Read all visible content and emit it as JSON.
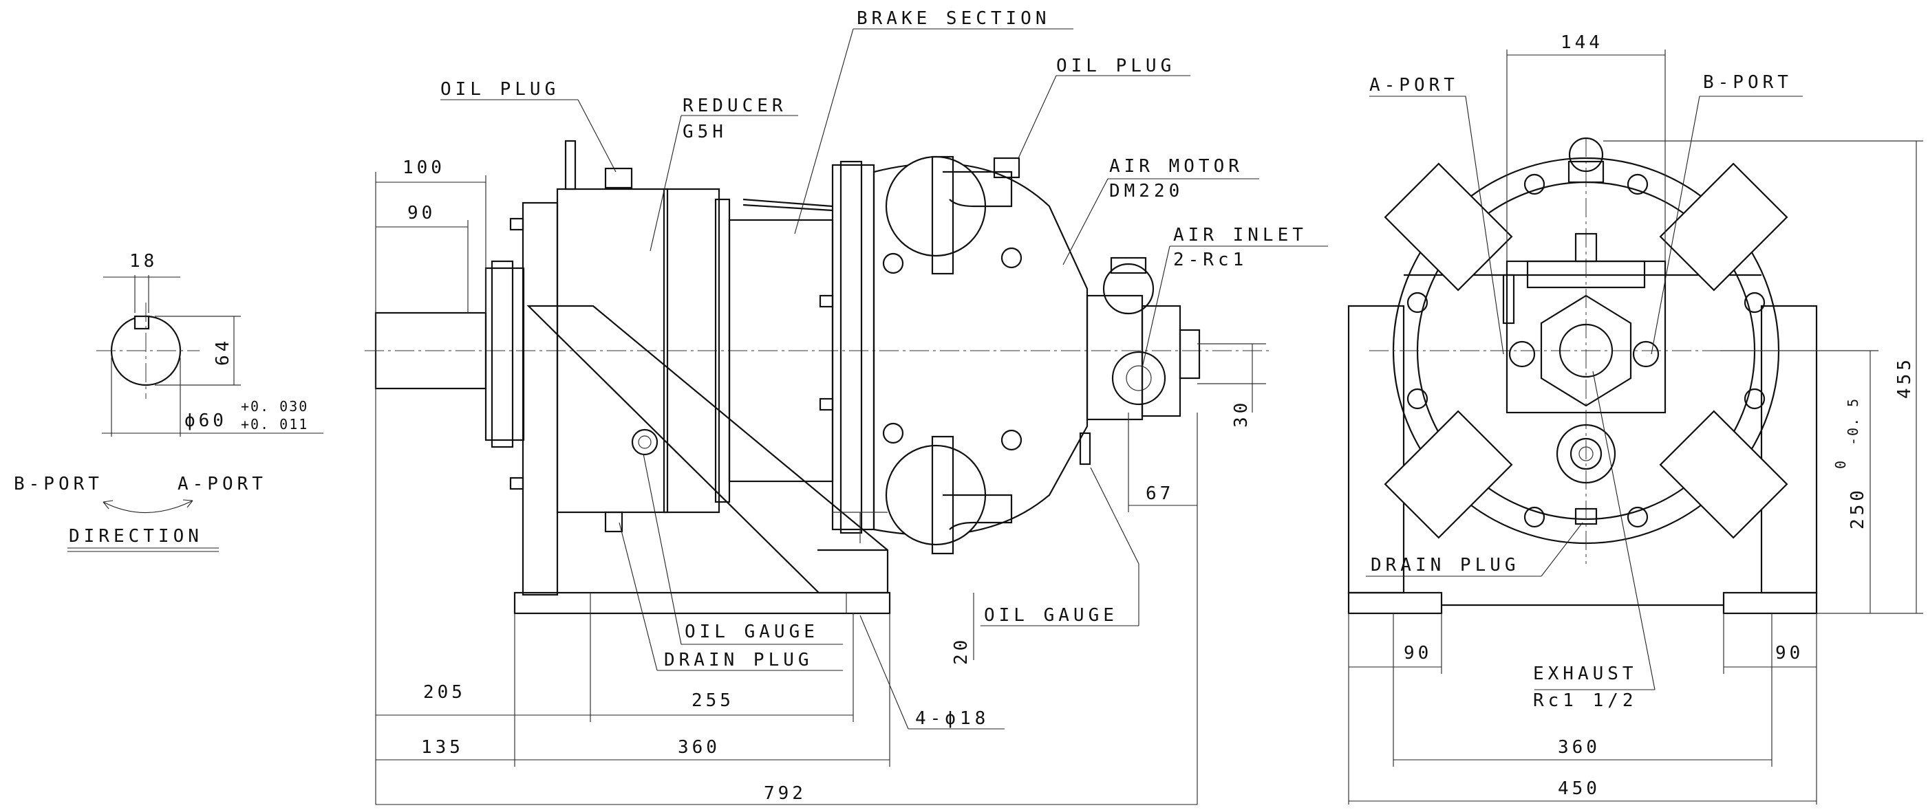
{
  "labels": {
    "brake_section": "BRAKE SECTION",
    "oil_plug_left": "OIL PLUG",
    "oil_plug_right": "OIL PLUG",
    "reducer": "REDUCER",
    "reducer_model": "G5H",
    "air_motor": "AIR MOTOR",
    "air_motor_model": "DM220",
    "air_inlet": "AIR INLET",
    "air_inlet_size": "2-Rc1",
    "oil_gauge_inner": "OIL GAUGE",
    "oil_gauge_outer": "OIL GAUGE",
    "drain_plug_side": "DRAIN PLUG",
    "drain_plug_front": "DRAIN PLUG",
    "a_port_front": "A-PORT",
    "b_port_front": "B-PORT",
    "exhaust": "EXHAUST",
    "exhaust_size": "Rc1 1/2",
    "bolt_holes": "4-ϕ18"
  },
  "direction": {
    "b_port": "B-PORT",
    "a_port": "A-PORT",
    "title": "DIRECTION"
  },
  "shaft": {
    "key_width": "18",
    "key_height": "64",
    "diameter": "ϕ60",
    "tol_upper": "+0. 030",
    "tol_lower": "+0. 011"
  },
  "dims_side": {
    "d100": "100",
    "d90": "90",
    "d30": "30",
    "d67": "67",
    "d20": "20",
    "d205": "205",
    "d255": "255",
    "d135": "135",
    "d360": "360",
    "d792": "792"
  },
  "dims_front": {
    "d144": "144",
    "d455": "455",
    "d250": "250",
    "d250_tol_upper": "0",
    "d250_tol_lower": "-0. 5",
    "d90_left": "90",
    "d90_right": "90",
    "d360": "360",
    "d450": "450"
  }
}
